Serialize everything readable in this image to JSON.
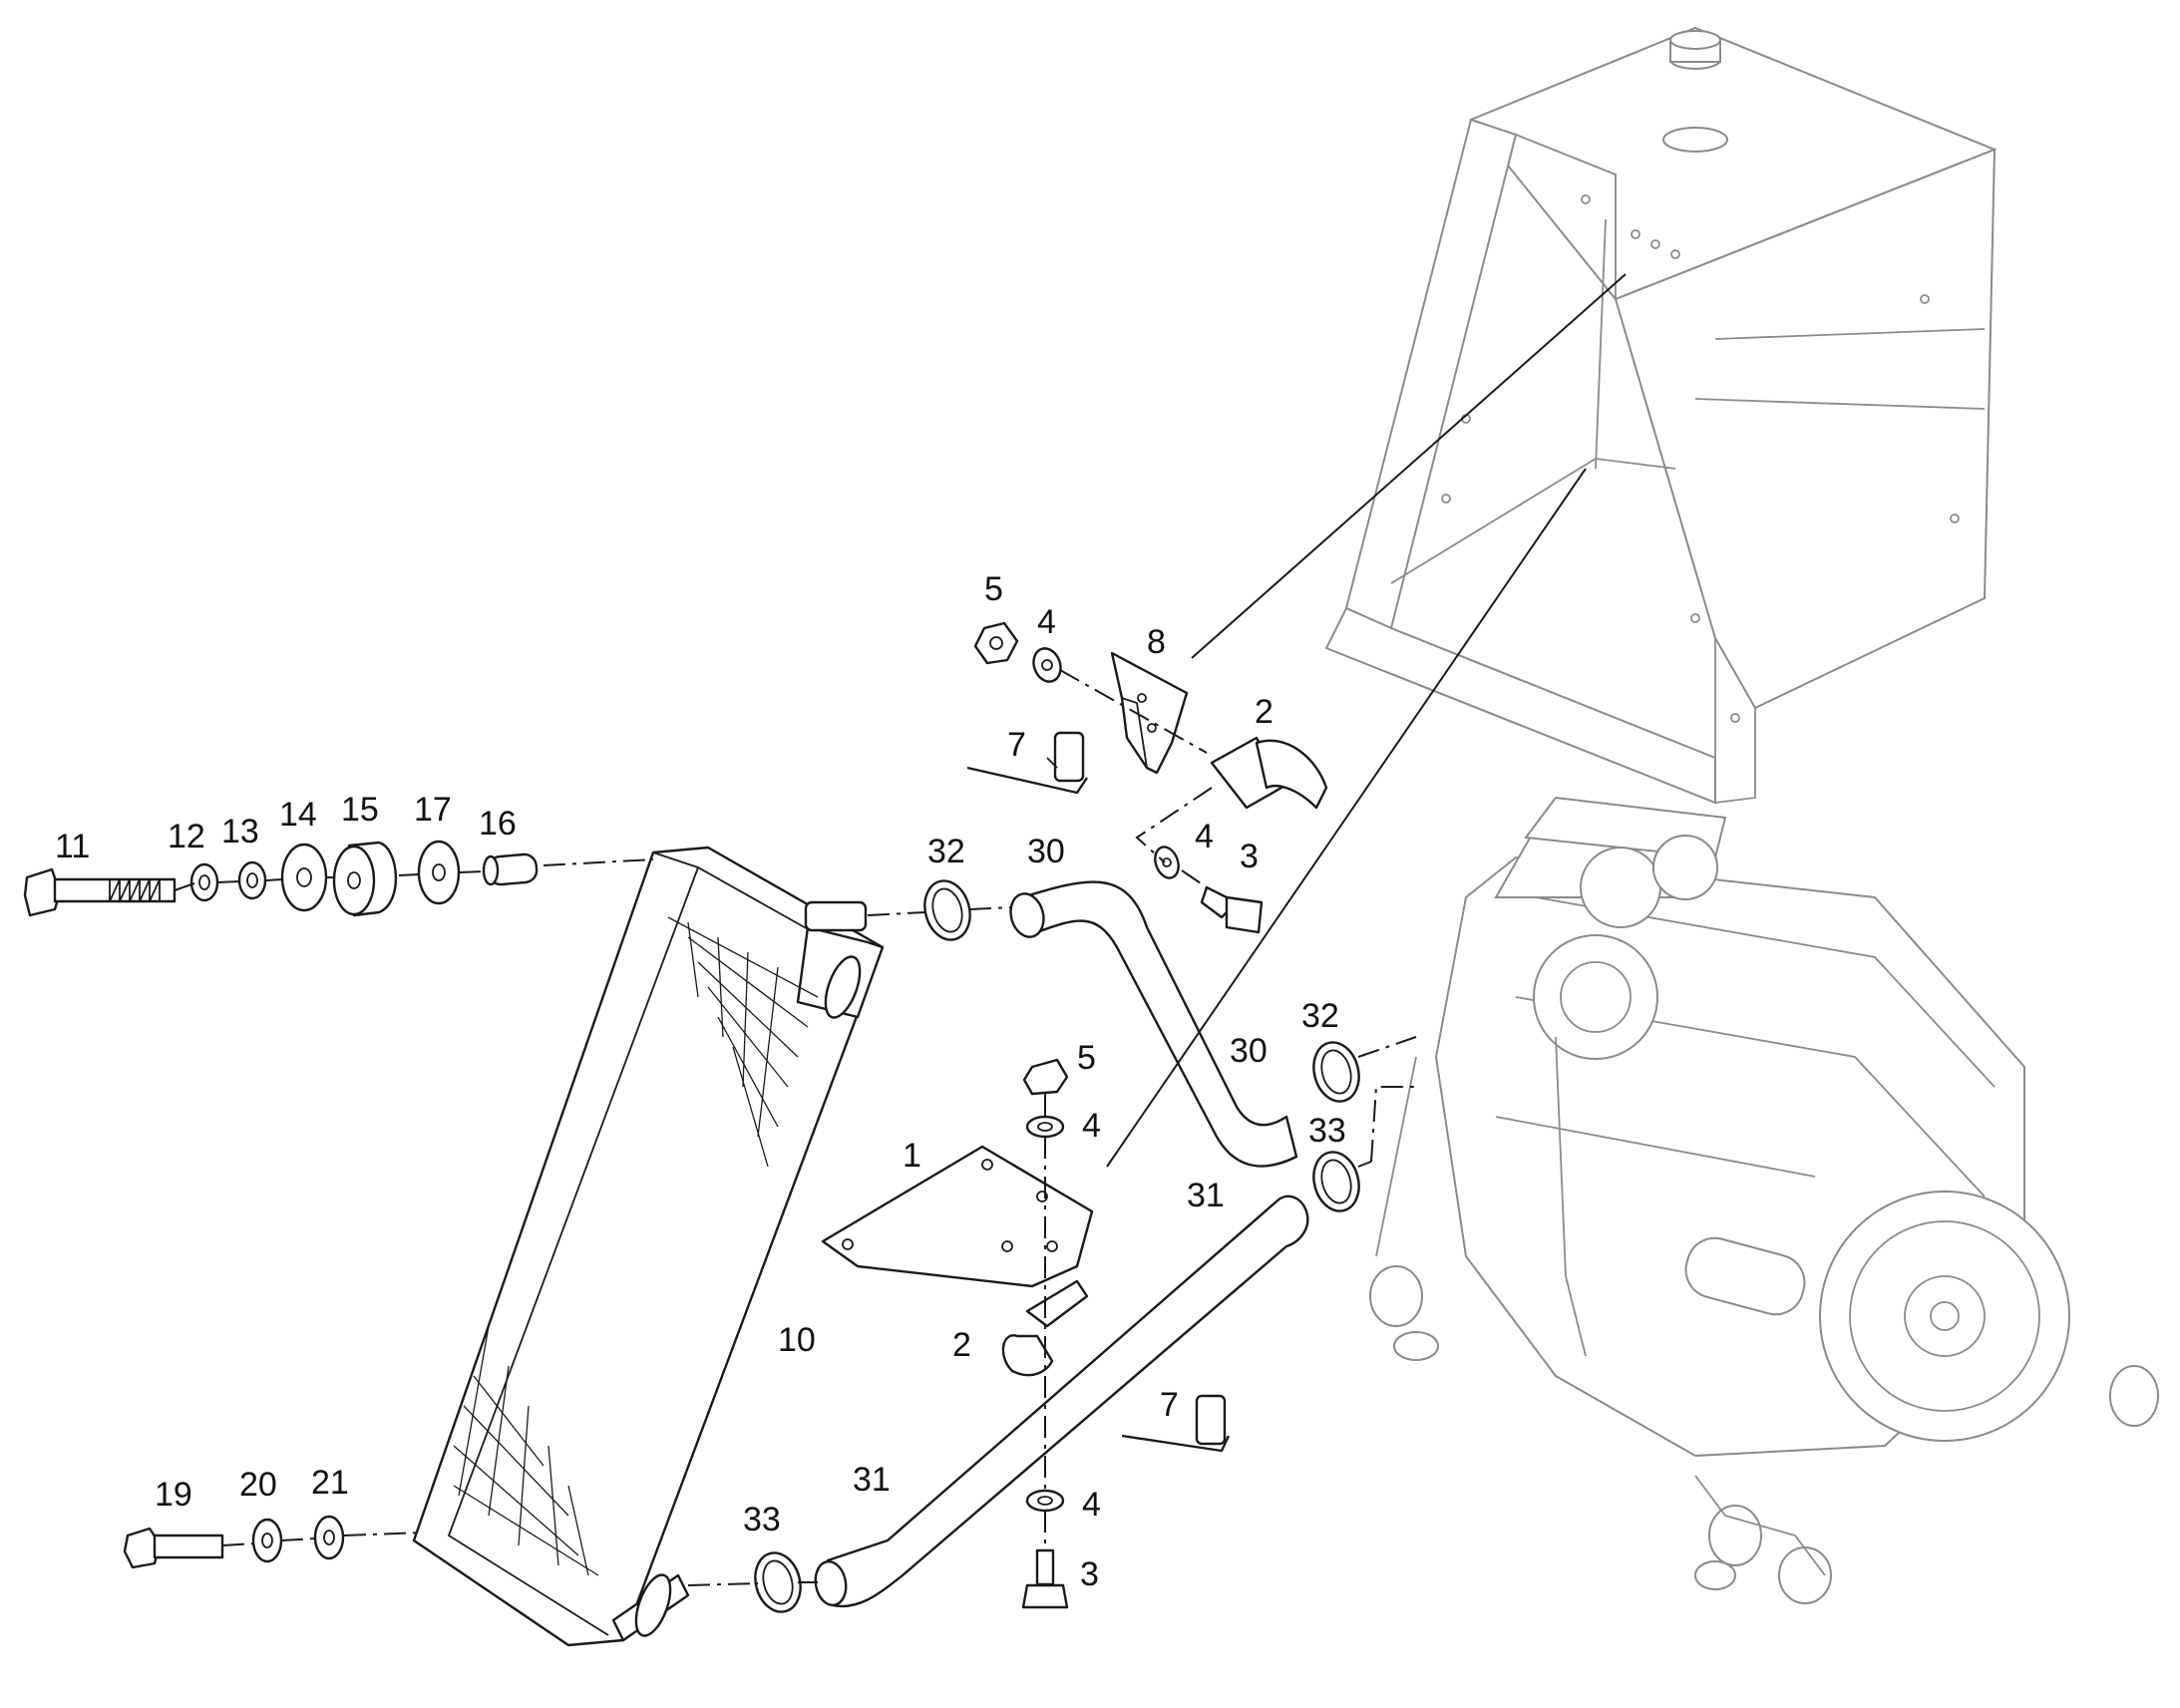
{
  "callouts": {
    "c1": "1",
    "c2a": "2",
    "c2b": "2",
    "c3a": "3",
    "c3b": "3",
    "c4a": "4",
    "c4b": "4",
    "c4c": "4",
    "c4d": "4",
    "c5a": "5",
    "c5b": "5",
    "c7a": "7",
    "c7b": "7",
    "c8": "8",
    "c10": "10",
    "c11": "11",
    "c12": "12",
    "c13": "13",
    "c14": "14",
    "c15": "15",
    "c16": "16",
    "c17": "17",
    "c19": "19",
    "c20": "20",
    "c21": "21",
    "c30a": "30",
    "c30b": "30",
    "c31a": "31",
    "c31b": "31",
    "c32a": "32",
    "c32b": "32",
    "c33a": "33",
    "c33b": "33"
  },
  "colors": {
    "line": "#1a1a1a",
    "background_art": "#8a8a8a",
    "background": "#ffffff"
  }
}
